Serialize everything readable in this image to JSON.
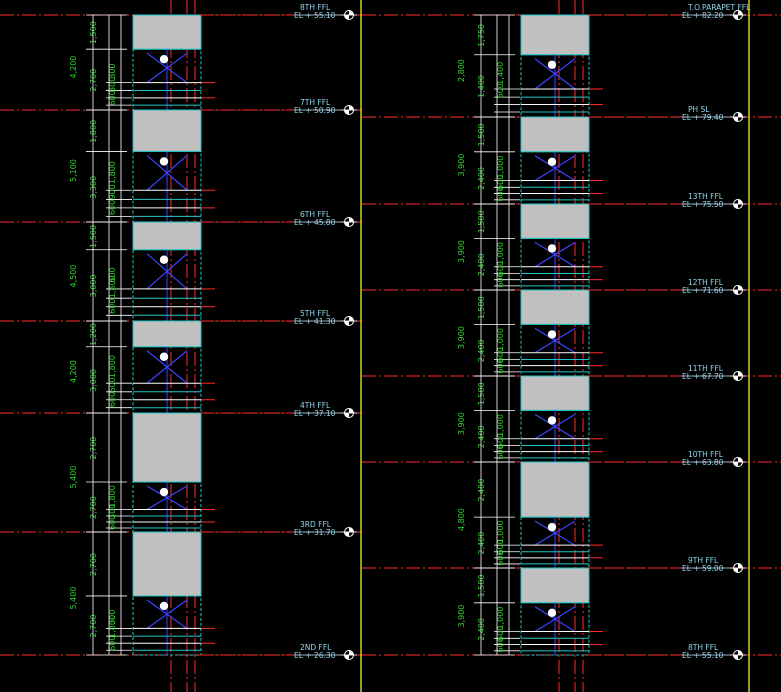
{
  "colors": {
    "background": "#000000",
    "level_text": "#8fd6ee",
    "dimension_text": "#2fd42f",
    "grid_line": "#ff2a2a",
    "divider": "#ffff33",
    "panel": "#c0c0c0",
    "window_frame": "#22c5c5",
    "mullion": "#3a45ff",
    "white_line": "#ffffff"
  },
  "left_elevation": {
    "levels": [
      {
        "name": "8TH FFL",
        "elev": "EL + 55.10"
      },
      {
        "name": "7TH FFL",
        "elev": "EL + 50.90"
      },
      {
        "name": "6TH FFL",
        "elev": "EL + 45.80"
      },
      {
        "name": "5TH FFL",
        "elev": "EL + 41.30"
      },
      {
        "name": "4TH FFL",
        "elev": "EL + 37.10"
      },
      {
        "name": "3RD FFL",
        "elev": "EL + 31.70"
      },
      {
        "name": "2ND FFL",
        "elev": "EL + 26.30"
      }
    ],
    "floor_heights": [
      "4,200",
      "5,100",
      "4,500",
      "4,200",
      "5,400",
      "5,400"
    ],
    "segments": [
      {
        "top": "1,500",
        "bottom": "2,700"
      },
      {
        "top": "1,800",
        "bottom": "3,300"
      },
      {
        "top": "1,500",
        "bottom": "3,000"
      },
      {
        "top": "1,200",
        "bottom": "3,000"
      },
      {
        "top": "2,700",
        "bottom": "2,700"
      },
      {
        "top": "2,700",
        "bottom": "2,700"
      }
    ],
    "window_dims": [
      [
        "300",
        "300",
        "600"
      ],
      [
        "1,800",
        "900",
        "600"
      ],
      [
        "600",
        "1,800",
        "600"
      ],
      [
        "1,800",
        "600",
        "600"
      ],
      [
        "1,800",
        "300",
        "600"
      ],
      [
        "300",
        "1,800",
        "600"
      ]
    ]
  },
  "right_elevation": {
    "levels": [
      {
        "name": "T.O.PARAPET FFL",
        "elev": "EL + 82.20"
      },
      {
        "name": "PH SL",
        "elev": "EL + 79.40"
      },
      {
        "name": "13TH FFL",
        "elev": "EL + 75.50"
      },
      {
        "name": "12TH FFL",
        "elev": "EL + 71.60"
      },
      {
        "name": "11TH FFL",
        "elev": "EL + 67.70"
      },
      {
        "name": "10TH FFL",
        "elev": "EL + 63.80"
      },
      {
        "name": "9TH FFL",
        "elev": "EL + 59.00"
      },
      {
        "name": "8TH FFL",
        "elev": "EL + 55.10"
      }
    ],
    "floor_heights": [
      "2,800",
      "3,900",
      "3,900",
      "3,900",
      "3,900",
      "4,800",
      "3,900"
    ],
    "segments": [
      {
        "top": "1,750",
        "bottom": "1,400"
      },
      {
        "top": "1,500",
        "bottom": "2,400"
      },
      {
        "top": "1,500",
        "bottom": "2,400"
      },
      {
        "top": "1,500",
        "bottom": "2,400"
      },
      {
        "top": "1,500",
        "bottom": "2,400"
      },
      {
        "top": "2,400",
        "bottom": "2,400"
      },
      {
        "top": "1,500",
        "bottom": "2,400"
      }
    ],
    "window_dims": [
      [
        "1,400",
        "600"
      ],
      [
        "1,000",
        "600",
        "600"
      ],
      [
        "1,000",
        "600",
        "600"
      ],
      [
        "1,000",
        "600",
        "600"
      ],
      [
        "1,000",
        "600",
        "600"
      ],
      [
        "1,000",
        "600",
        "600"
      ],
      [
        "1,000",
        "600",
        "600"
      ]
    ]
  }
}
